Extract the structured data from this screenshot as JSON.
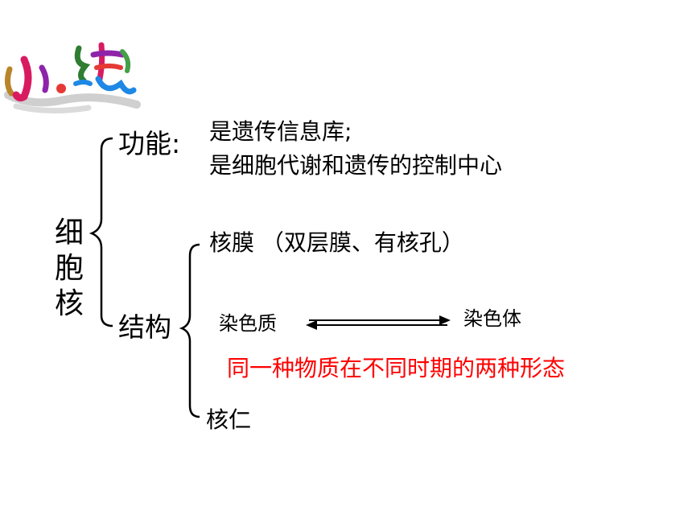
{
  "title": {
    "text": "小结",
    "colors": [
      "#b8862a",
      "#2e7d32",
      "#d81b60",
      "#e53935",
      "#8e24aa",
      "#1e88e5",
      "#43a047"
    ]
  },
  "diagram": {
    "root": "细胞核",
    "function": {
      "label": "功能:",
      "line1": "是遗传信息库;",
      "line2": "是细胞代谢和遗传的控制中心"
    },
    "structure": {
      "label": "结构",
      "membrane": "核膜 （双层膜、有核孔）",
      "chromatin": "染色质",
      "chromosome": "染色体",
      "note": "同一种物质在不同时期的两种形态",
      "note_color": "#ff0000",
      "nucleolus": "核仁"
    }
  }
}
